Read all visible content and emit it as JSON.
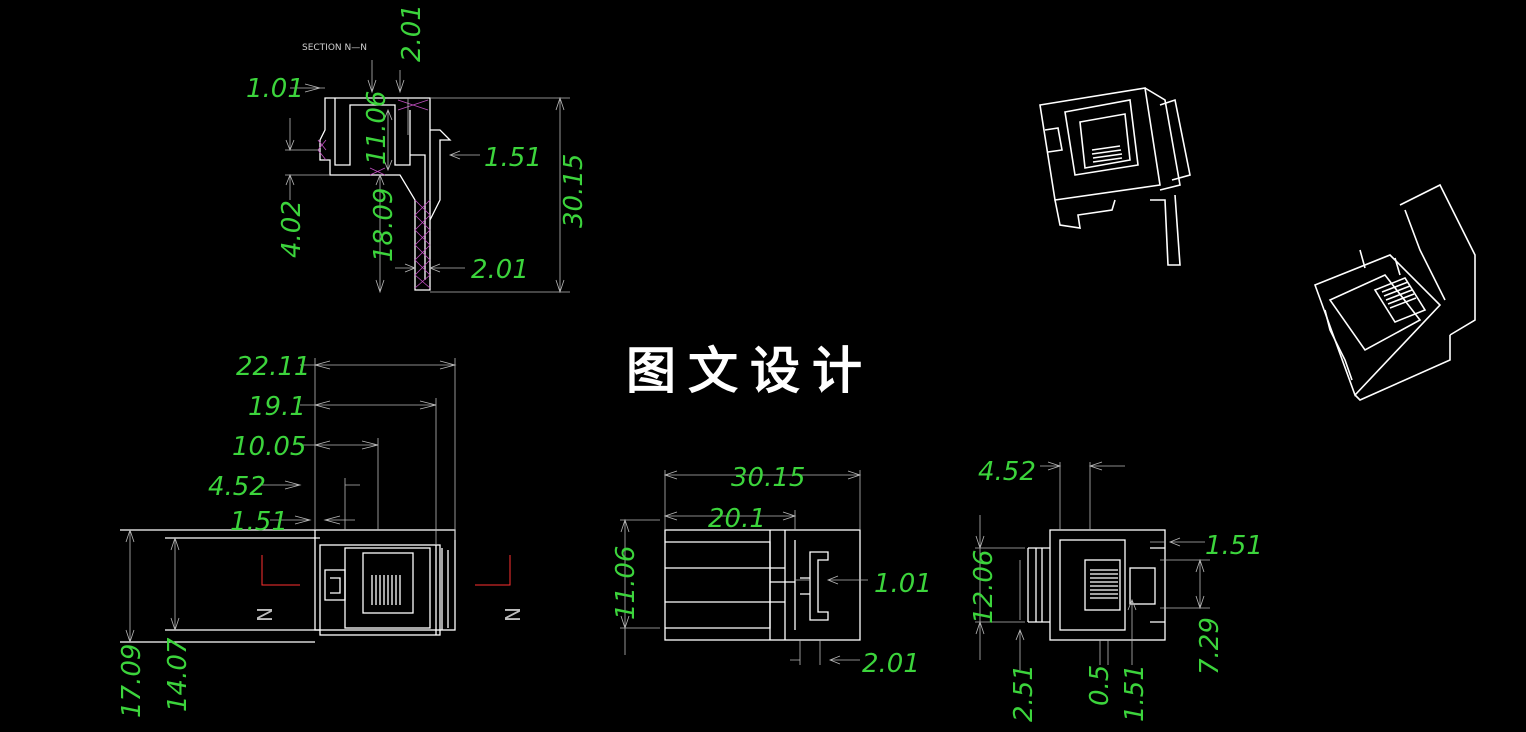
{
  "title": "图文设计",
  "section_label": "SECTION N—N",
  "section_mark": "N",
  "colors": {
    "background": "#000000",
    "dimension_text": "#3cd43c",
    "outline": "#ffffff",
    "hatch": "#c24fc2",
    "center_mark": "#ff3030"
  },
  "dims": {
    "sec_1_01": "1.01",
    "sec_2_01_top": "2.01",
    "sec_11_06": "11.06",
    "sec_1_51": "1.51",
    "sec_30_15": "30.15",
    "sec_4_02": "4.02",
    "sec_18_09": "18.09",
    "sec_2_01_bot": "2.01",
    "front_22_11": "22.11",
    "front_19_1": "19.1",
    "front_10_05": "10.05",
    "front_4_52": "4.52",
    "front_1_51": "1.51",
    "front_17_09": "17.09",
    "front_14_07": "14.07",
    "top_30_15": "30.15",
    "top_20_1": "20.1",
    "top_11_06": "11.06",
    "top_1_01": "1.01",
    "top_2_01": "2.01",
    "side_4_52": "4.52",
    "side_1_51_top": "1.51",
    "side_12_06": "12.06",
    "side_7_29": "7.29",
    "side_2_51": "2.51",
    "side_0_5": "0.5",
    "side_1_51_bot": "1.51"
  }
}
